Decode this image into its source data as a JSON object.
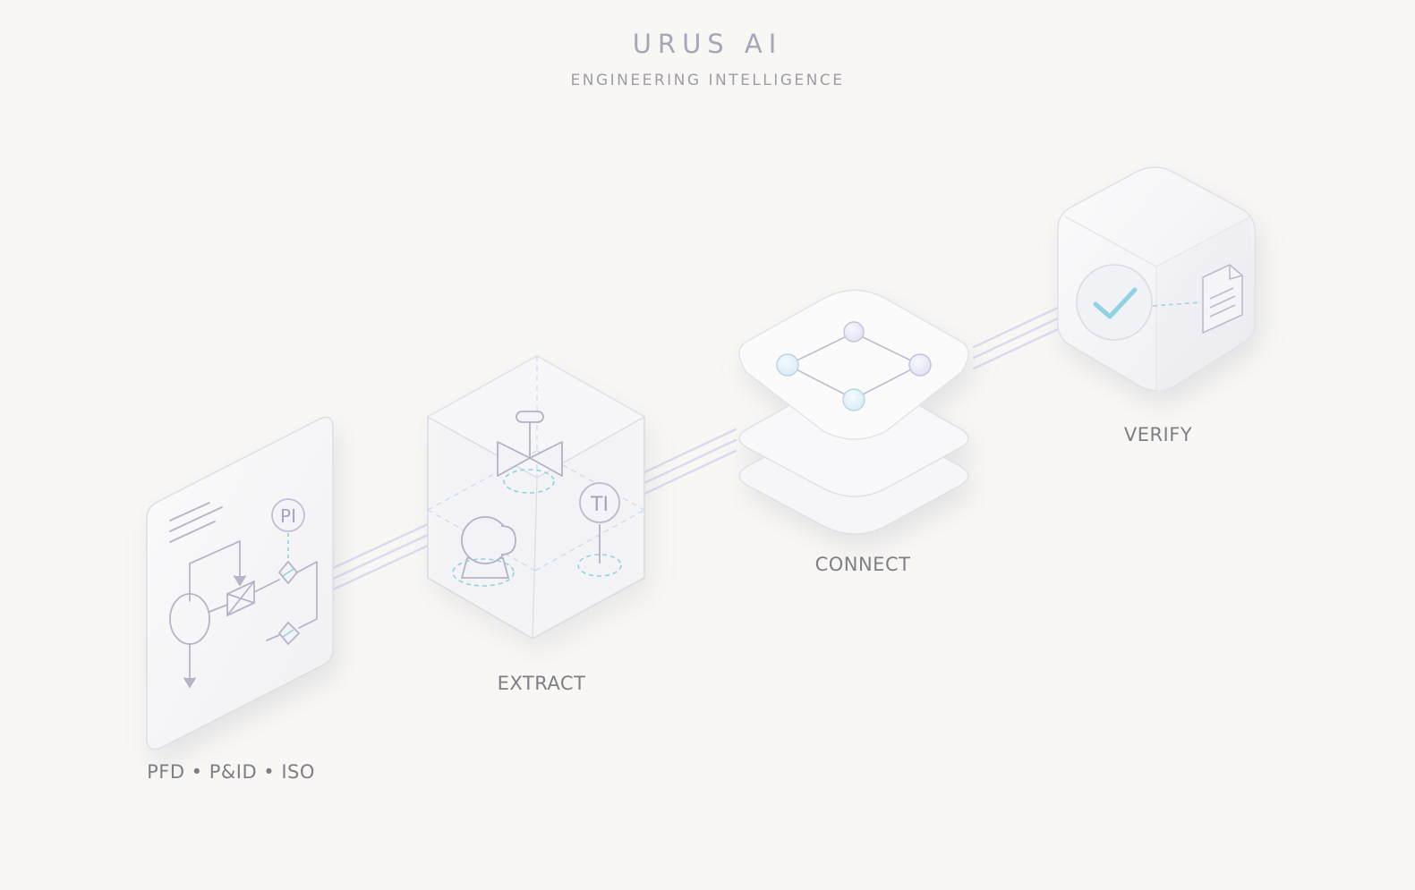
{
  "header": {
    "brand": "URUS AI",
    "subtitle": "ENGINEERING INTELLIGENCE"
  },
  "stages": [
    {
      "label": "PFD • P&ID • ISO",
      "icon": "document-sheet-icon"
    },
    {
      "label": "EXTRACT",
      "icon": "glass-cube-icon"
    },
    {
      "label": "CONNECT",
      "icon": "stacked-layers-icon"
    },
    {
      "label": "VERIFY",
      "icon": "verify-cube-icon"
    }
  ],
  "symbols": {
    "pressure_indicator": "PI",
    "temperature_indicator": "TI"
  },
  "colors": {
    "background": "#f8f7f4",
    "outline": "#c9c8d6",
    "accent_cyan": "#8fd3e2",
    "accent_lavender": "#d9d6ee",
    "label": "#7f7e85"
  }
}
